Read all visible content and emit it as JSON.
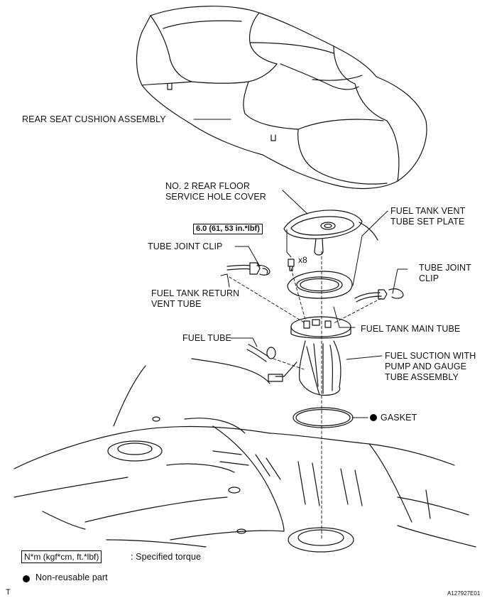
{
  "labels": {
    "rear_seat": "REAR SEAT CUSHION ASSEMBLY",
    "service_cover_1": "NO. 2 REAR FLOOR",
    "service_cover_2": "SERVICE HOLE COVER",
    "vent_plate_1": "FUEL TANK VENT",
    "vent_plate_2": "TUBE SET PLATE",
    "torque": "6.0 (61, 53 in.*lbf)",
    "qty": "x8",
    "clip_left": "TUBE JOINT CLIP",
    "clip_right_1": "TUBE JOINT",
    "clip_right_2": "CLIP",
    "return_1": "FUEL TANK RETURN",
    "return_2": "VENT TUBE",
    "main_tube": "FUEL TANK MAIN TUBE",
    "fuel_tube": "FUEL TUBE",
    "suction_1": "FUEL SUCTION WITH",
    "suction_2": "PUMP AND GAUGE",
    "suction_3": "TUBE ASSEMBLY",
    "gasket": "GASKET"
  },
  "legend": {
    "torque_units": "N*m (kgf*cm, ft.*lbf)",
    "torque_text": ": Specified torque",
    "nonreusable_text": "Non-reusable part"
  },
  "footer": {
    "left_mark": "T",
    "figure_id": "A127927E01"
  }
}
